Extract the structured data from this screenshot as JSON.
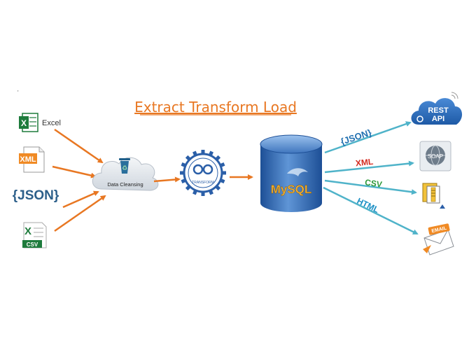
{
  "title": "Extract Transform Load",
  "tick_mark": "'",
  "sources": {
    "excel": {
      "label": "Excel",
      "badge": "X"
    },
    "xml": {
      "label": "XML"
    },
    "json": {
      "label": "{JSON}"
    },
    "csv": {
      "label": "CSV",
      "badge": "X"
    }
  },
  "cleansing": {
    "label": "Data Cleansing"
  },
  "transform": {
    "label": "TRANSFORM"
  },
  "database": {
    "label": "MySQL"
  },
  "outputs": {
    "json": {
      "label": "{JSON}"
    },
    "xml": {
      "label": "XML"
    },
    "csv": {
      "label": "CSV"
    },
    "html": {
      "label": "HTML"
    }
  },
  "targets": {
    "rest": {
      "line1": "REST",
      "line2": "API"
    },
    "soap": {
      "label": "SOAP"
    },
    "email": {
      "label": "EMAIL"
    }
  },
  "colors": {
    "title": "#e87722",
    "arrow_in": "#e87722",
    "arrow_out": "#4fb3c9",
    "db": "#2b5fa8",
    "json_out": "#1f6fb0",
    "xml_out": "#d42a1f",
    "csv_out": "#2e9a3a",
    "html_out": "#1a8fc4",
    "excel_green": "#1e7b3c",
    "xml_orange": "#f08a24",
    "json_blue": "#2c5f8a"
  }
}
